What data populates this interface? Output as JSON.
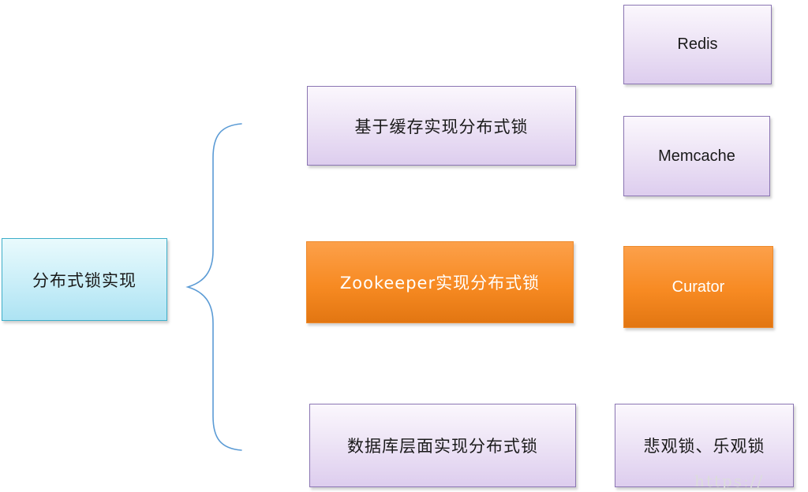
{
  "diagram": {
    "root": {
      "label": "分布式锁实现"
    },
    "branches": [
      {
        "label": "基于缓存实现分布式锁",
        "children": [
          {
            "label": "Redis"
          },
          {
            "label": "Memcache"
          }
        ]
      },
      {
        "label": "Zookeeper实现分布式锁",
        "children": [
          {
            "label": "Curator"
          }
        ]
      },
      {
        "label": "数据库层面实现分布式锁",
        "children": [
          {
            "label": "悲观锁、乐观锁"
          }
        ]
      }
    ]
  },
  "watermark": {
    "text": "https://"
  },
  "colors": {
    "purple_fill": "#e9def3",
    "purple_border": "#8b76b3",
    "orange_fill": "#f78a22",
    "cyan_fill": "#c9eef8",
    "cyan_border": "#3eaec9",
    "brace": "#5b9bd5"
  }
}
